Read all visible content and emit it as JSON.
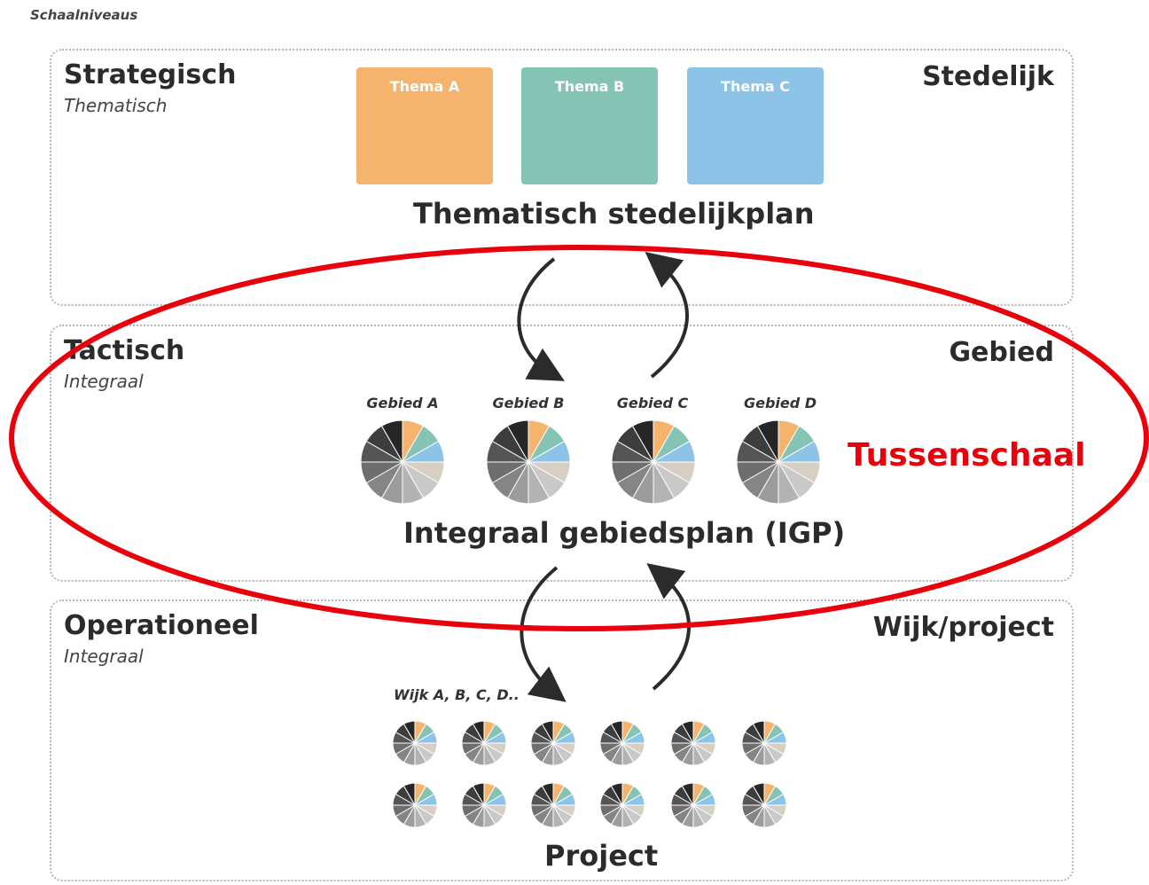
{
  "header": {
    "label": "Schaalniveaus"
  },
  "levels": [
    {
      "title": "Strategisch",
      "subtitle": "Thematisch",
      "scale": "Stedelijk"
    },
    {
      "title": "Tactisch",
      "subtitle": "Integraal",
      "scale": "Gebied"
    },
    {
      "title": "Operationeel",
      "subtitle": "Integraal",
      "scale": "Wijk/project"
    }
  ],
  "themes": [
    {
      "label": "Thema A",
      "color": "#f5b46e"
    },
    {
      "label": "Thema B",
      "color": "#85c4b5"
    },
    {
      "label": "Thema C",
      "color": "#8ec3e8"
    }
  ],
  "plans": {
    "strategic": "Thematisch stedelijkplan",
    "tactical": "Integraal gebiedsplan (IGP)",
    "operational": "Project"
  },
  "areas": [
    "Gebied A",
    "Gebied B",
    "Gebied C",
    "Gebied D"
  ],
  "wijk_label": "Wijk A, B, C, D..",
  "highlight": {
    "label": "Tussenschaal",
    "color": "#e8000b"
  },
  "pie_palette": [
    "#f5b46e",
    "#85c4b5",
    "#8ec3e8",
    "#d8cfc4",
    "#c9c9c9",
    "#b3b3b3",
    "#9c9c9c",
    "#858585",
    "#6e6e6e",
    "#555555",
    "#3d3d3d",
    "#262626"
  ]
}
